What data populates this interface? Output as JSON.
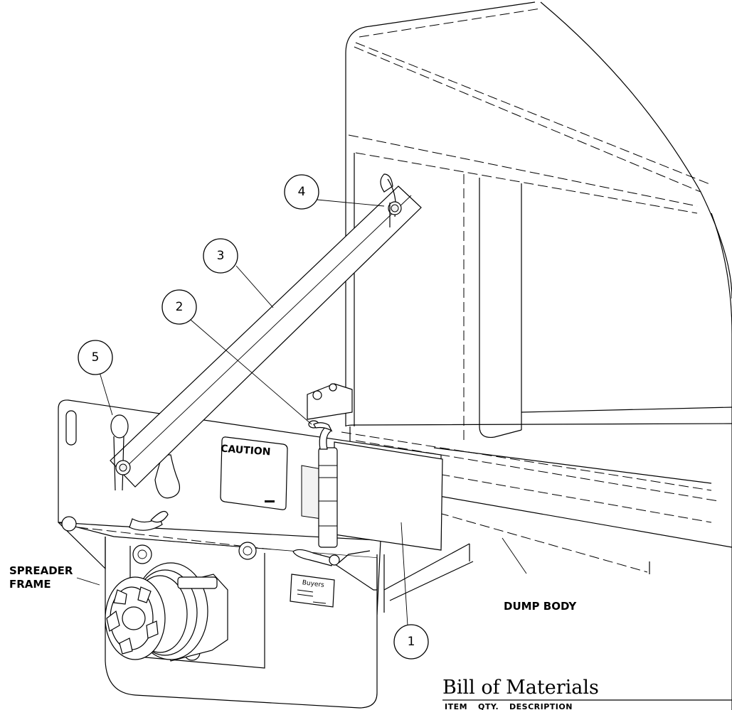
{
  "balloons": [
    {
      "id": "1",
      "label": "1"
    },
    {
      "id": "2",
      "label": "2"
    },
    {
      "id": "3",
      "label": "3"
    },
    {
      "id": "4",
      "label": "4"
    },
    {
      "id": "5",
      "label": "5"
    }
  ],
  "callouts": {
    "spreader_frame_line1": "SPREADER",
    "spreader_frame_line2": "FRAME",
    "dump_body": "DUMP BODY"
  },
  "labels": {
    "caution": "CAUTION",
    "nameplate_brand": "Buyers"
  },
  "bill_of_materials": {
    "title": "Bill of Materials",
    "columns": [
      "ITEM",
      "QTY.",
      "DESCRIPTION"
    ]
  }
}
